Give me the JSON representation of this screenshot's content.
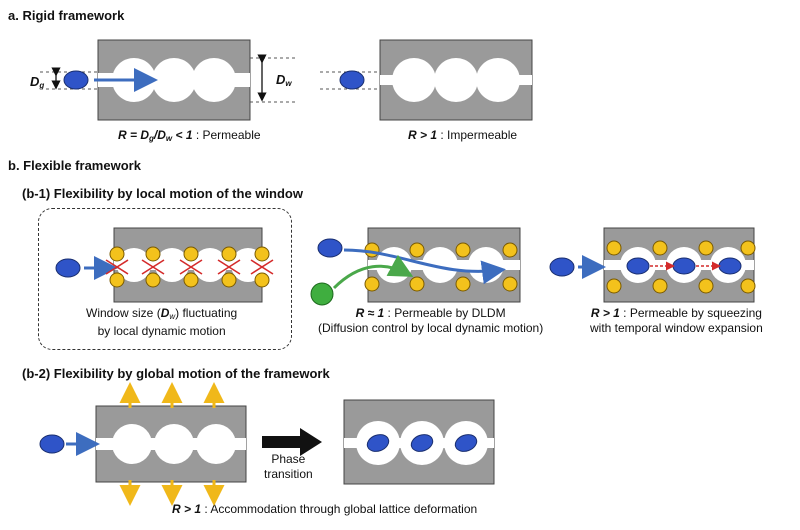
{
  "colors": {
    "framework": "#9a9a9a",
    "pore": "#ffffff",
    "guest": "#2f54c8",
    "guest_alt": "#3fae3f",
    "node": "#f3c21c",
    "arrow": "#3d6dbf",
    "green_arrow": "#4aa84a",
    "red": "#d42b2b",
    "yellow_arrow": "#f0b81a",
    "black": "#111111"
  },
  "section_a": {
    "title": "a. Rigid framework",
    "dg_label": "D",
    "dg_sub": "g",
    "dw_label": "D",
    "dw_sub": "w",
    "caption_left_r": "R = D",
    "caption_left_sub1": "g",
    "caption_left_mid": "/D",
    "caption_left_sub2": "w",
    "caption_left_rel": " < 1",
    "caption_left_tail": " : Permeable",
    "caption_right_r": "R > 1",
    "caption_right_tail": " : Impermeable"
  },
  "section_b": {
    "title": "b. Flexible framework",
    "b1_title": "(b-1) Flexibility by local motion of the window",
    "b1_cap1_line1_pre": "Window size (",
    "b1_cap1_line1_var": "D",
    "b1_cap1_line1_sub": "w",
    "b1_cap1_line1_post": ") fluctuating",
    "b1_cap1_line2": "by local dynamic motion",
    "b1_cap2_line1_r": "R ≈ 1",
    "b1_cap2_line1_tail": " : Permeable by DLDM",
    "b1_cap2_line2": "(Diffusion control by local dynamic motion)",
    "b1_cap3_line1_r": "R > 1",
    "b1_cap3_line1_tail": " : Permeable by squeezing",
    "b1_cap3_line2": "with temporal window expansion",
    "b2_title": "(b-2) Flexibility by global motion of the framework",
    "b2_phase_line1": "Phase",
    "b2_phase_line2": "transition",
    "b2_cap_r": "R > 1",
    "b2_cap_tail": " : Accommodation through global lattice deformation"
  }
}
